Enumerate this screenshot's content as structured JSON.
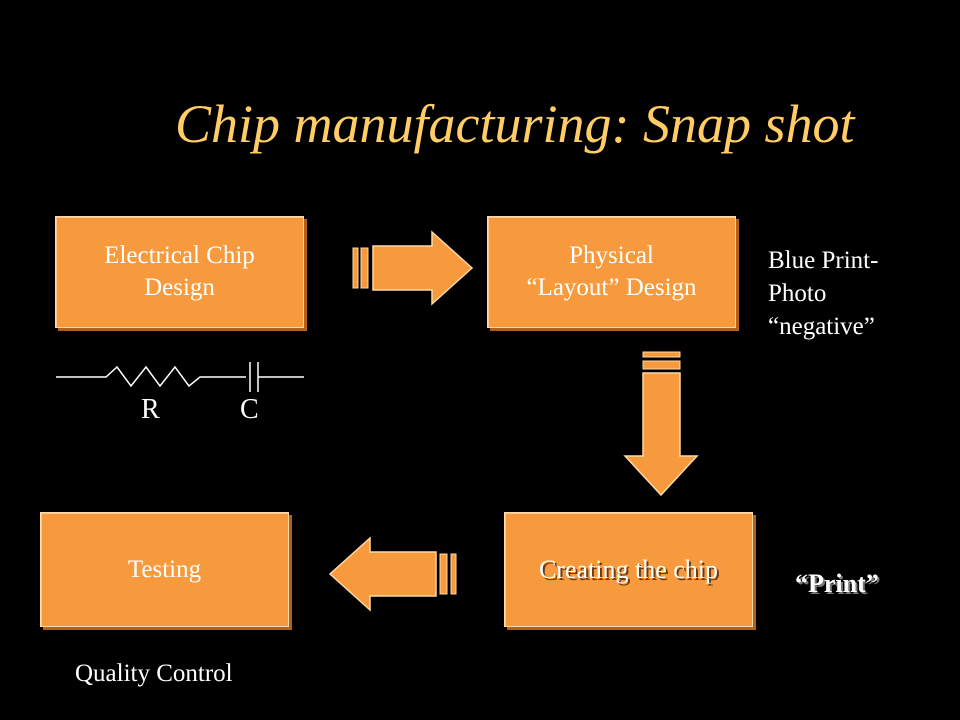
{
  "slide": {
    "title": "Chip manufacturing: Snap shot",
    "accent_color": "#f79a3d",
    "title_color": "#ffcc66"
  },
  "boxes": {
    "electrical": {
      "line1": "Electrical Chip",
      "line2": "Design"
    },
    "physical": {
      "line1": "Physical",
      "line2": "“Layout” Design"
    },
    "testing": {
      "label": "Testing"
    },
    "creating": {
      "label": "Creating the chip"
    }
  },
  "annotations": {
    "blueprint": {
      "line1": "Blue Print-",
      "line2": "Photo",
      "line3": "“negative”"
    },
    "print": "“Print”",
    "quality": "Quality Control"
  },
  "circuit": {
    "resistor_label": "R",
    "capacitor_label": "C"
  },
  "icons": [
    "arrow-right-icon",
    "arrow-down-icon",
    "arrow-left-icon",
    "resistor-icon",
    "capacitor-icon"
  ]
}
